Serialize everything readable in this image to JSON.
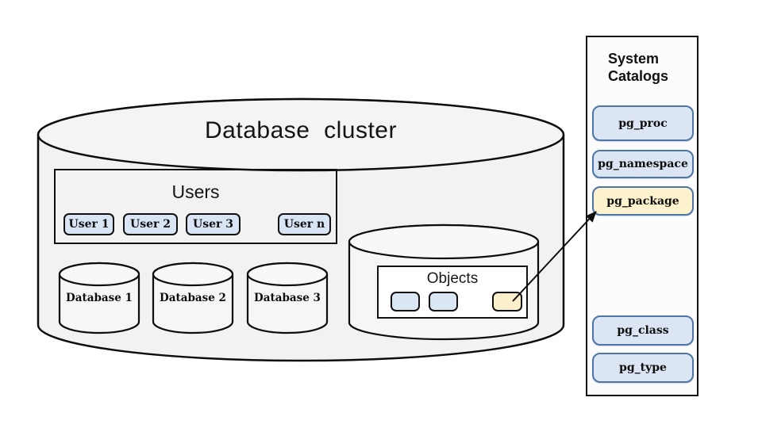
{
  "cluster": {
    "title": "Database  cluster",
    "users_group": {
      "title": "Users",
      "users": [
        {
          "label": "User 1"
        },
        {
          "label": "User 2"
        },
        {
          "label": "User 3"
        },
        {
          "label": "User n"
        }
      ]
    },
    "databases": [
      {
        "label": "Database 1"
      },
      {
        "label": "Database 2"
      },
      {
        "label": "Database 3"
      }
    ],
    "objects_group": {
      "title": "Objects",
      "objects": [
        {
          "type": "blue"
        },
        {
          "type": "blue"
        },
        {
          "type": "yellow"
        }
      ]
    }
  },
  "system_catalogs": {
    "title": "System\nCatalogs",
    "items": [
      {
        "label": "pg_proc",
        "highlight": false
      },
      {
        "label": "pg_namespace",
        "highlight": false
      },
      {
        "label": "pg_package",
        "highlight": true
      },
      {
        "label": "pg_class",
        "highlight": false
      },
      {
        "label": "pg_type",
        "highlight": false
      }
    ]
  },
  "annotation": {
    "arrow": {
      "from": "yellow-object",
      "to": "pg_package"
    }
  },
  "colors": {
    "canvas_bg": "#ffffff",
    "cylinder_fill": "#f2f2f2",
    "small_cylinder_fill": "#f6f6f6",
    "panel_fill": "#fcfcfc",
    "item_blue_fill": "#dbe5f3",
    "item_yellow_fill": "#fcf2cd",
    "item_blue_border": "#4f74a8",
    "outline": "#111111"
  }
}
